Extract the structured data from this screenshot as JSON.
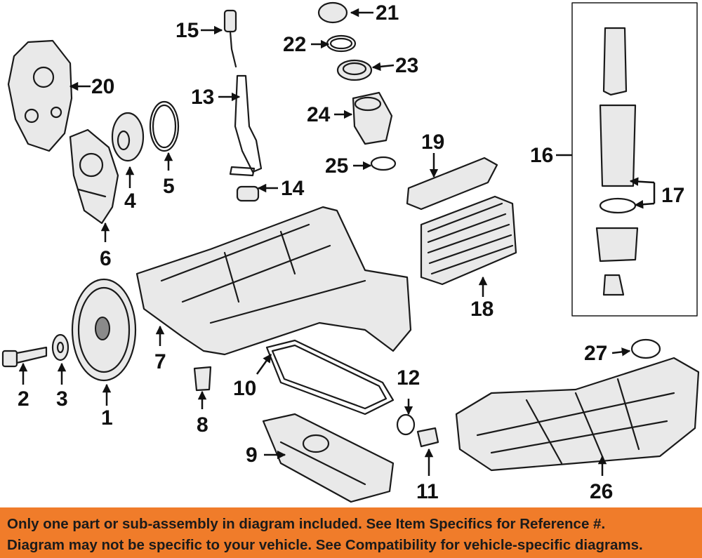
{
  "callouts": [
    "1",
    "2",
    "3",
    "4",
    "5",
    "6",
    "7",
    "8",
    "9",
    "10",
    "11",
    "12",
    "13",
    "14",
    "15",
    "16",
    "17",
    "18",
    "19",
    "20",
    "21",
    "22",
    "23",
    "24",
    "25",
    "26",
    "27"
  ],
  "footer": {
    "line1": "Only one part or sub-assembly in diagram included. See Item Specifics for Reference #.",
    "line2": "Diagram may not be specific to your vehicle. See Compatibility for vehicle-specific diagrams."
  },
  "colors": {
    "footer_bg": "#f07c2a",
    "ink": "#111111",
    "part_fill": "#e9e9e9"
  }
}
